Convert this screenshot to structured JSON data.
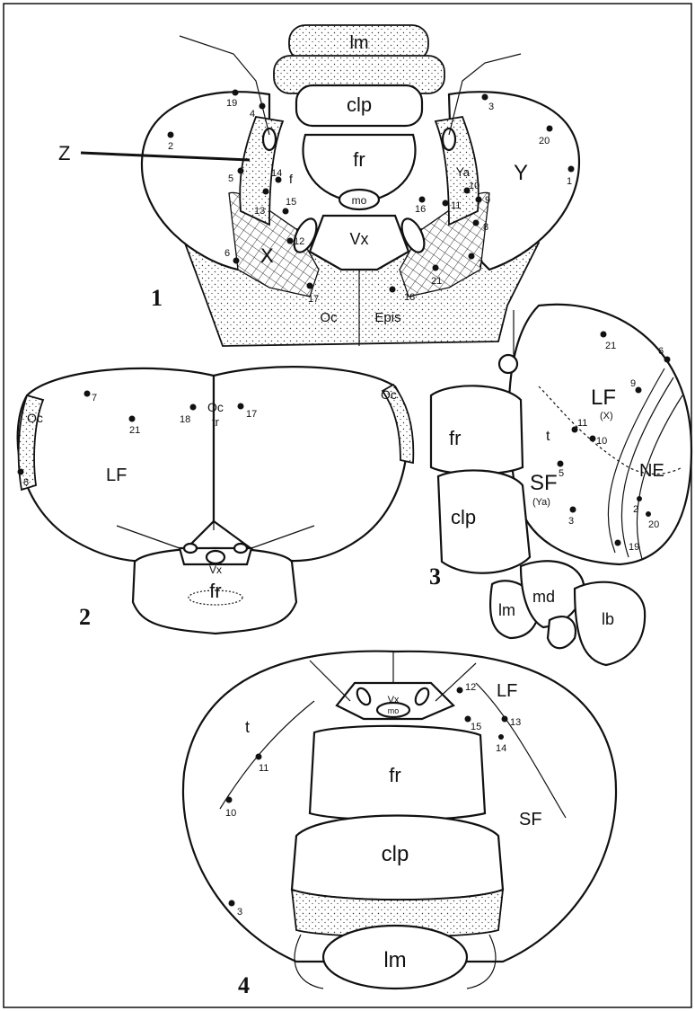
{
  "figures": {
    "fig1": {
      "number": "1",
      "parts": {
        "lm": "lm",
        "clp": "clp",
        "fr": "fr",
        "mo": "mo",
        "vx": "Vx",
        "z": "Z",
        "x": "X",
        "y": "Y",
        "ya": "Ya",
        "oc": "Oc",
        "epis": "Epis",
        "f": "f"
      },
      "points": [
        "1",
        "2",
        "3",
        "4",
        "5",
        "6",
        "7",
        "8",
        "9",
        "10",
        "11",
        "12",
        "13",
        "14",
        "15",
        "16",
        "17",
        "18",
        "19",
        "20",
        "21"
      ]
    },
    "fig2": {
      "number": "2",
      "parts": {
        "oc_left": "Oc",
        "oc_right": "Oc",
        "oc_tr": "Oc",
        "tr": "tr",
        "lf": "LF",
        "vx": "Vx",
        "fr": "fr"
      },
      "points": [
        "7",
        "8",
        "17",
        "18",
        "21"
      ]
    },
    "fig3": {
      "number": "3",
      "parts": {
        "lf": "LF",
        "lf_sub": "(X)",
        "sf": "SF",
        "sf_sub": "(Ya)",
        "ne": "NE",
        "t": "t",
        "fr": "fr",
        "clp": "clp",
        "lm": "lm",
        "md": "md",
        "lb": "lb"
      },
      "points": [
        "2",
        "3",
        "5",
        "6",
        "9",
        "10",
        "11",
        "19",
        "20",
        "21"
      ]
    },
    "fig4": {
      "number": "4",
      "parts": {
        "lf": "LF",
        "sf": "SF",
        "t": "t",
        "vx": "Vx",
        "mo": "mo",
        "fr": "fr",
        "clp": "clp",
        "lm": "lm"
      },
      "points": [
        "3",
        "10",
        "11",
        "12",
        "13",
        "14",
        "15"
      ]
    }
  }
}
